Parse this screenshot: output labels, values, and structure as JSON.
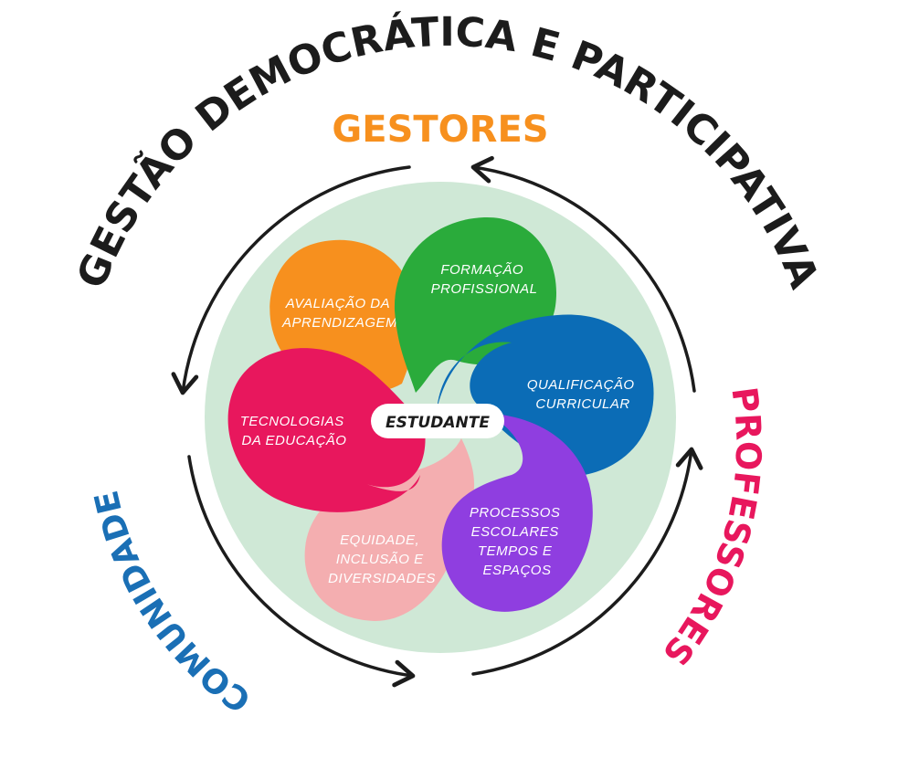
{
  "title": "GESTÃO DEMOCRÁTICA E PARTICIPATIVA",
  "center": "ESTUDANTE",
  "stakeholders": {
    "gestores": {
      "label": "GESTORES",
      "color": "#f7901e"
    },
    "professores": {
      "label": "PROFESSORES",
      "color": "#e8175d"
    },
    "comunidade": {
      "label": "COMUNIDADE",
      "color": "#1a6fb5"
    }
  },
  "bubbles": [
    {
      "lines": [
        "AVALIAÇÃO DA",
        "APRENDIZAGEM"
      ],
      "color": "#f7901e"
    },
    {
      "lines": [
        "FORMAÇÃO",
        "PROFISSIONAL"
      ],
      "color": "#2aab3b"
    },
    {
      "lines": [
        "QUALIFICAÇÃO",
        "CURRICULAR"
      ],
      "color": "#0b6cb6"
    },
    {
      "lines": [
        "PROCESSOS",
        "ESCOLARES",
        "TEMPOS E",
        "ESPAÇOS"
      ],
      "color": "#8f3ee0"
    },
    {
      "lines": [
        "EQUIDADE,",
        "INCLUSÃO E",
        "DIVERSIDADES"
      ],
      "color": "#f4aeb0"
    },
    {
      "lines": [
        "TECNOLOGIAS",
        "DA EDUCAÇÃO"
      ],
      "color": "#e8175d"
    }
  ],
  "colors": {
    "background_circle": "#cfe8d6",
    "ring": "#1c1c1c"
  }
}
